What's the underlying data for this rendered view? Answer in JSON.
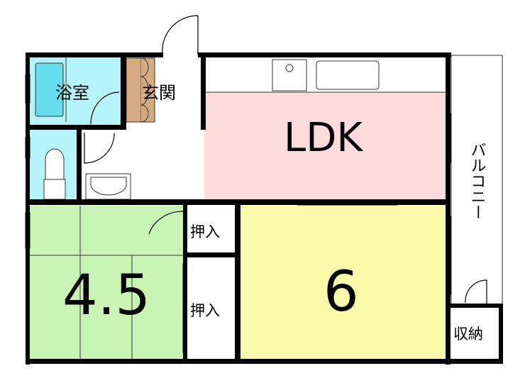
{
  "rooms": {
    "bath": "浴室",
    "entrance": "玄関",
    "ldk": "LDK",
    "closet_upper": "押入",
    "closet_lower": "押入",
    "tatami_room": "4.5",
    "western_room": "6",
    "balcony": "バルコニー",
    "storage": "収納"
  },
  "colors": {
    "bath": "#b4f4fa",
    "tub": "#66dcee",
    "shoe_cabinet": "#d5ab82",
    "ldk": "#ffdcdc",
    "tatami": "#c8f5b4",
    "western": "#fafaaa",
    "wall": "#000000"
  }
}
